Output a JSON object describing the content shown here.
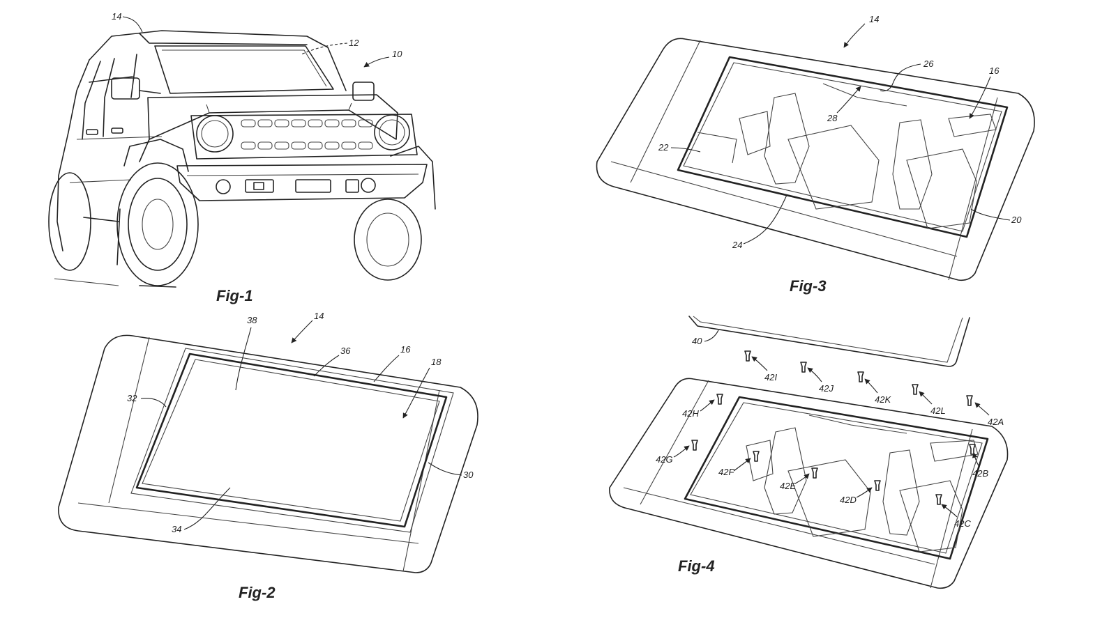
{
  "figures": {
    "fig1": {
      "caption": "Fig-1",
      "refs": {
        "r14": "14",
        "r12": "12",
        "r10": "10"
      }
    },
    "fig2": {
      "caption": "Fig-2",
      "refs": {
        "r14": "14",
        "r38": "38",
        "r36": "36",
        "r16": "16",
        "r18": "18",
        "r32": "32",
        "r30": "30",
        "r34": "34"
      }
    },
    "fig3": {
      "caption": "Fig-3",
      "refs": {
        "r14": "14",
        "r26": "26",
        "r16": "16",
        "r28": "28",
        "r22": "22",
        "r20": "20",
        "r24": "24"
      }
    },
    "fig4": {
      "caption": "Fig-4",
      "refs": {
        "r40": "40",
        "r42I": "42I",
        "r42J": "42J",
        "r42K": "42K",
        "r42L": "42L",
        "r42A": "42A",
        "r42H": "42H",
        "r42G": "42G",
        "r42F": "42F",
        "r42E": "42E",
        "r42D": "42D",
        "r42C": "42C",
        "r42B": "42B"
      }
    }
  }
}
